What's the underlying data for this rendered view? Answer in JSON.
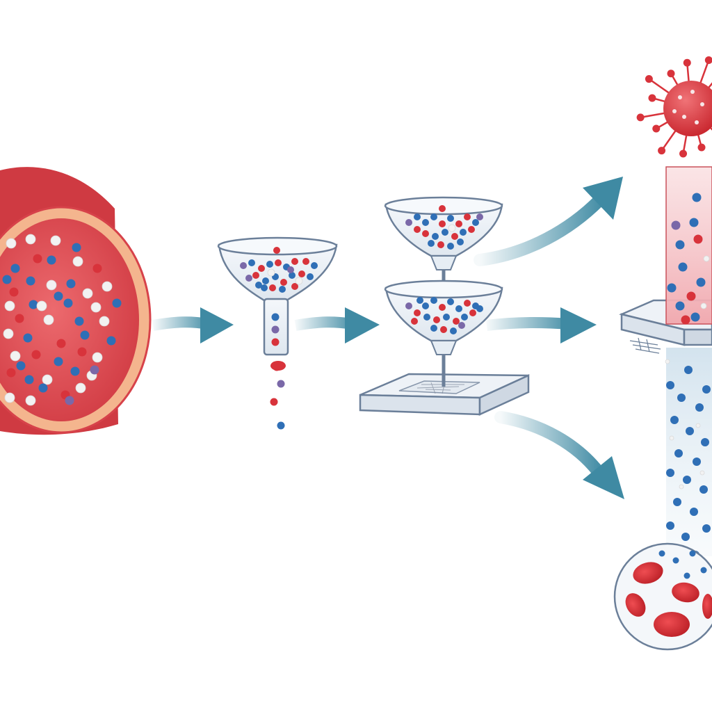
{
  "figure": {
    "stages": [
      {
        "id": "blood-vessel",
        "kind": "vessel-cross-section"
      },
      {
        "id": "single-funnel",
        "kind": "filter-funnel"
      },
      {
        "id": "stacked-funnels",
        "kind": "two-stage-filter-on-plate"
      },
      {
        "id": "output-columns",
        "kind": "separated-fractions"
      }
    ],
    "arrows": [
      {
        "id": "arrow-vessel-to-funnel",
        "direction": "right"
      },
      {
        "id": "arrow-funnel-to-stack",
        "direction": "right"
      },
      {
        "id": "arrow-stack-to-top-column",
        "direction": "up-right"
      },
      {
        "id": "arrow-stack-to-middle",
        "direction": "right"
      },
      {
        "id": "arrow-stack-to-bottom",
        "direction": "down-right"
      }
    ],
    "particle_types": [
      "red-particle",
      "blue-particle",
      "white-particle",
      "purple-particle"
    ],
    "outputs": [
      "virus-particle",
      "red-fraction-column",
      "blue-fraction-column",
      "red-blood-cells"
    ]
  },
  "colors": {
    "vessel_outer": "#d7424a",
    "vessel_inner": "#e0555b",
    "vessel_rim": "#f4b58e",
    "particle_red": "#d8333b",
    "particle_blue": "#2f6fb6",
    "particle_white": "#f2f2f2",
    "particle_purple": "#7a68a8",
    "arrow": "#3f8aa3",
    "glass": "#e6eef5",
    "glass_edge": "#6b7f99",
    "plate": "#eef2f7",
    "column_red": "#f4c4c8",
    "column_blue": "#dde9f1",
    "virus": "#d8333b",
    "rbc": "#d42a2f"
  }
}
